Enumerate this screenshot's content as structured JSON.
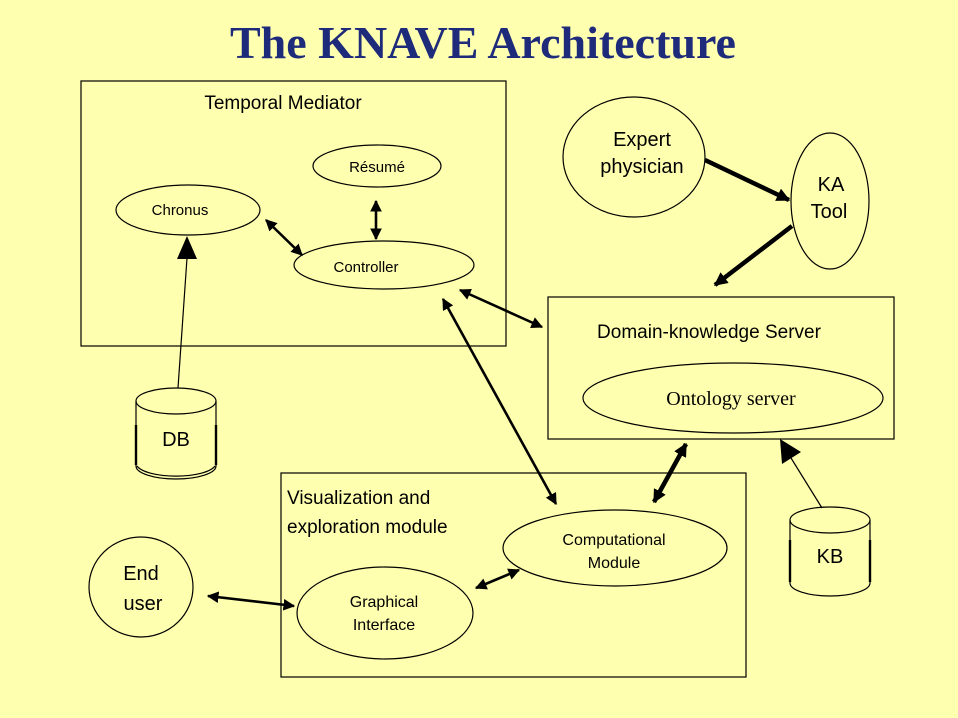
{
  "title": "The KNAVE Architecture",
  "modules": {
    "temporal_mediator": {
      "label": "Temporal Mediator",
      "chronus": "Chronus",
      "resume": "Résumé",
      "controller": "Controller"
    },
    "domain_server": {
      "label": "Domain-knowledge  Server",
      "ontology": "Ontology server"
    },
    "visualization": {
      "label_line1": "Visualization and",
      "label_line2": "exploration module",
      "computational_line1": "Computational",
      "computational_line2": "Module",
      "graphical_line1": "Graphical",
      "graphical_line2": "Interface"
    }
  },
  "actors": {
    "expert_line1": "Expert",
    "expert_line2": "physician",
    "ka_tool_line1": "KA",
    "ka_tool_line2": "Tool",
    "end_user_line1": "End",
    "end_user_line2": "user"
  },
  "stores": {
    "db": "DB",
    "kb": "KB"
  },
  "colors": {
    "background": "#FFFFB0",
    "title": "#1E2A7A",
    "stroke": "#000000"
  }
}
